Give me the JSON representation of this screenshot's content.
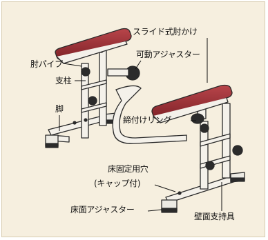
{
  "labels": {
    "slide_armrest": "スライド式肘かけ",
    "movable_adjuster": "可動アジャスター",
    "elbow_pipe": "肘パイプ",
    "support_post": "支柱",
    "leg": "脚",
    "tightening_ring": "締付けリング",
    "floor_fix_hole": "床固定用穴",
    "cap_attached": "(キャップ付)",
    "floor_adjuster": "床面アジャスター",
    "wall_support": "壁面支持具"
  },
  "colors": {
    "background": "#f6efdf",
    "pad": "#9e2f35",
    "frame": "#f4f1ea",
    "outline": "#2a2a2a",
    "knob": "#2b2b2b"
  }
}
